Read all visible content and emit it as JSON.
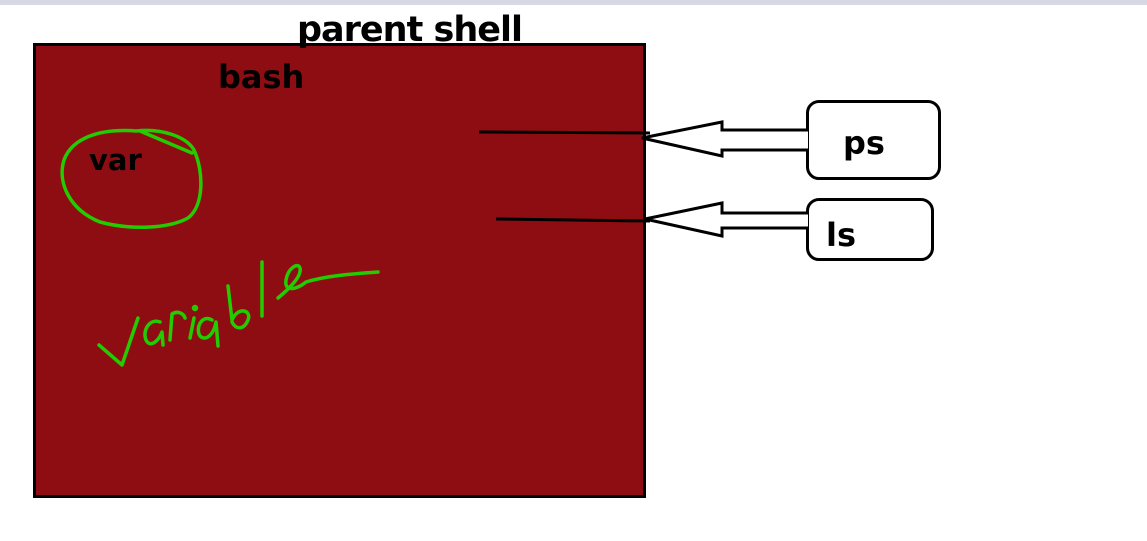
{
  "diagram": {
    "title": "parent shell",
    "shell_label": "bash",
    "circled_label": "var",
    "handwritten_note": "variable",
    "commands": [
      {
        "label": "ps"
      },
      {
        "label": "ls"
      }
    ]
  },
  "colors": {
    "shell_fill": "#8e0d12",
    "outline": "#000000",
    "annotation_green": "#22cc00",
    "top_band": "#d6d9e3"
  }
}
